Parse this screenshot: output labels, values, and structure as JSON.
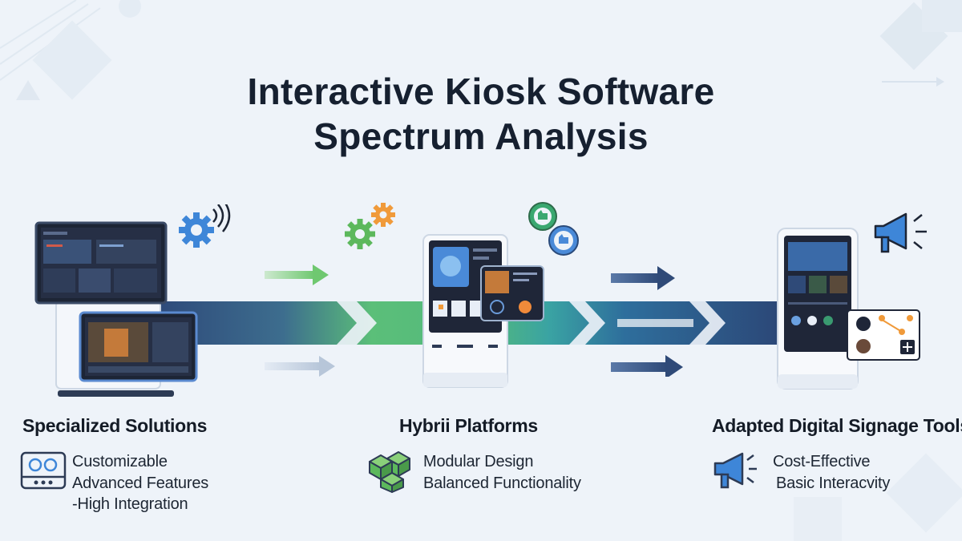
{
  "title": {
    "line1": "Interactive Kiosk Software",
    "line2": "Spectrum Analysis"
  },
  "columns": [
    {
      "heading": "Specialized Solutions",
      "icon": "control-panel-icon",
      "features": [
        "Customizable",
        "Advanced Features",
        "-High Integration"
      ]
    },
    {
      "heading": "Hybrii Platforms",
      "icon": "modular-cubes-icon",
      "features": [
        "Modular Design",
        "Balanced Functionality"
      ]
    },
    {
      "heading": "Adapted Digital Signage Tools",
      "icon": "megaphone-icon",
      "features": [
        "Cost-Effective",
        "Basic Interacvity"
      ]
    }
  ],
  "colors": {
    "dark_blue": "#2f4a78",
    "green": "#6fc870",
    "teal": "#3aa8a8",
    "gear_blue": "#3e86d8",
    "gear_green": "#5cb85c",
    "gear_orange": "#f09a3a"
  }
}
